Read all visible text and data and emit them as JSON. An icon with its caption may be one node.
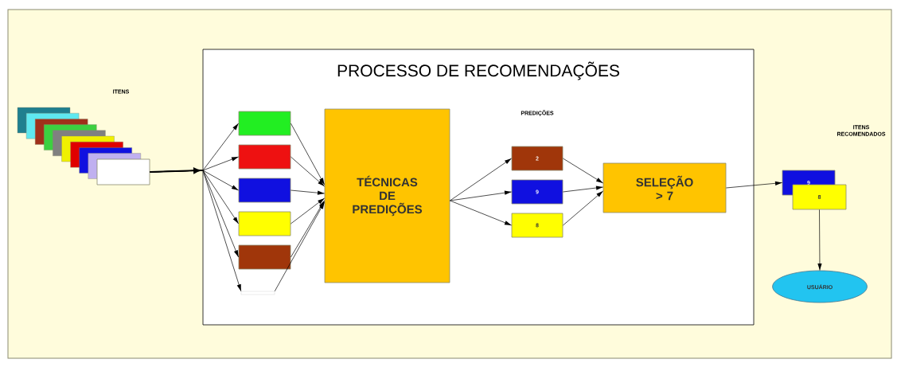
{
  "diagram": {
    "nodes": [
      {
        "text": [
          "PROCESSO DE RECOMENDAÇÕES"
        ]
      },
      {
        "text": [],
        "shape": "box"
      },
      {
        "text": [],
        "shape": "box",
        "in": 0
      },
      {
        "text": [],
        "shape": "box",
        "in": 0
      },
      {
        "text": [],
        "shape": "box",
        "in": 0
      },
      {
        "text": [],
        "shape": "box",
        "in": 0
      },
      {
        "text": [],
        "shape": "box",
        "in": 0
      },
      {
        "text": [],
        "shape": "box",
        "in": 0
      },
      {
        "text": [
          "TÉCNICAS DE PREDIÇÕES"
        ],
        "in": 0
      },
      {
        "text": [
          "2"
        ],
        "in": 0
      },
      {
        "text": [
          "9"
        ],
        "in": 0
      },
      {
        "text": [
          "8"
        ],
        "in": 0
      },
      {
        "text": [
          "SELEÇÃO > 7"
        ],
        "in": 0
      },
      {
        "text": [
          "9"
        ]
      },
      {
        "text": [
          "8"
        ]
      },
      {
        "text": [
          "USUÁRIO"
        ]
      }
    ],
    "edges": [
      {
        "from": 1,
        "to": 2,
        "arrow": "to"
      },
      {
        "from": 1,
        "to": 3,
        "arrow": "to"
      },
      {
        "from": 1,
        "to": 4,
        "arrow": "to"
      },
      {
        "from": 1,
        "to": 5,
        "arrow": "to"
      },
      {
        "from": 1,
        "to": 6,
        "arrow": "to"
      },
      {
        "from": 1,
        "to": 7,
        "arrow": "to"
      },
      {
        "from": 2,
        "to": 8,
        "arrow": "to"
      },
      {
        "from": 3,
        "to": 8,
        "arrow": "to"
      },
      {
        "from": 4,
        "to": 8,
        "arrow": "to"
      },
      {
        "from": 5,
        "to": 8,
        "arrow": "to"
      },
      {
        "from": 6,
        "to": 8,
        "arrow": "to"
      },
      {
        "from": 7,
        "to": 8,
        "arrow": "to"
      },
      {
        "from": 8,
        "to": 9,
        "arrow": "to"
      },
      {
        "from": 8,
        "to": 10,
        "arrow": "to"
      },
      {
        "from": 8,
        "to": 11,
        "arrow": "to"
      },
      {
        "from": 9,
        "to": 12,
        "arrow": "to"
      },
      {
        "from": 10,
        "to": 12,
        "arrow": "to"
      },
      {
        "from": 11,
        "to": 12,
        "arrow": "to"
      },
      {
        "from": 12,
        "to": 13,
        "arrow": "to"
      },
      {
        "from": 14,
        "to": 15,
        "arrow": "to"
      }
    ],
    "labels": [
      "ITENS",
      "PREDIÇÕES",
      "ITENS RECOMENDADOS"
    ]
  }
}
